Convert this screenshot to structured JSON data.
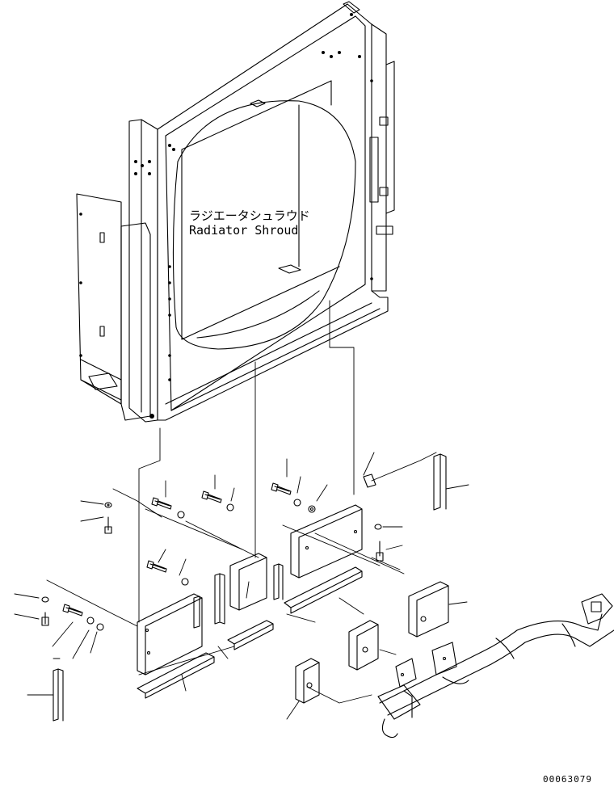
{
  "diagram": {
    "part_label_jp": "ラジエータシュラウド",
    "part_label_en": "Radiator Shroud",
    "drawing_code": "00063079",
    "line_color": "#000000",
    "background": "#ffffff"
  }
}
